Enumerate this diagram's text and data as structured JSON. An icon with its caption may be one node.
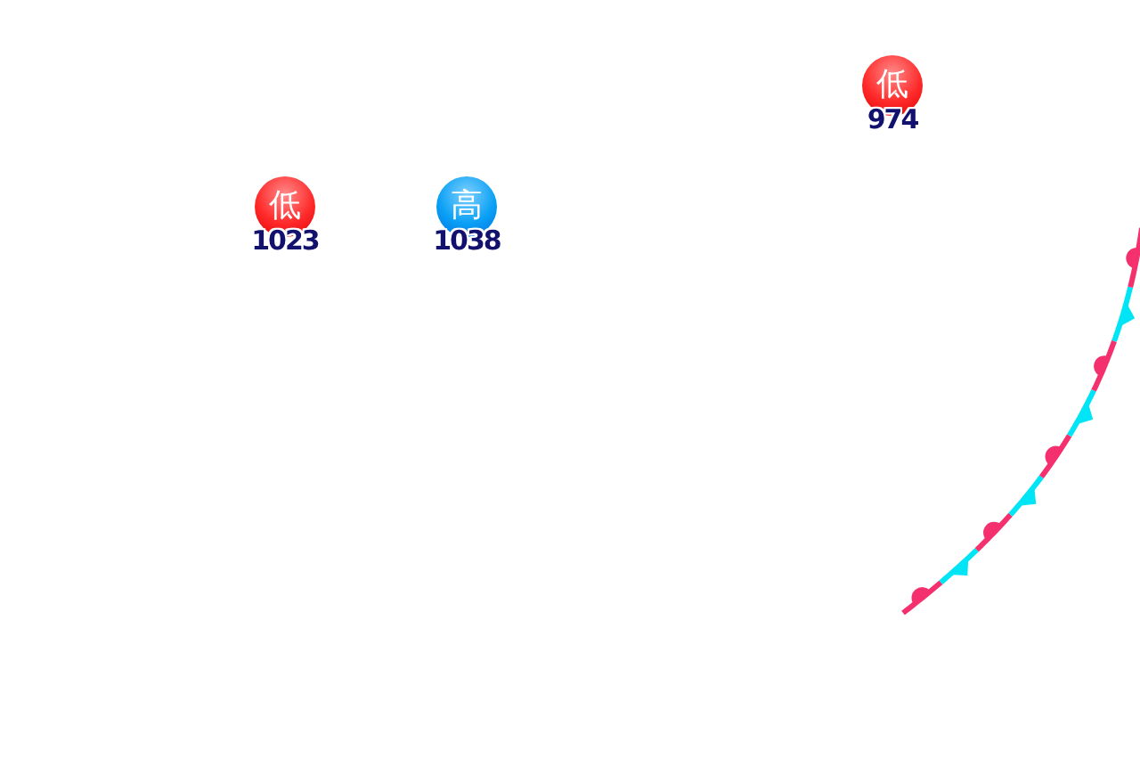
{
  "diagram": {
    "nodes": [
      {
        "text": [
          "低"
        ],
        "beside": [
          "974"
        ]
      },
      {
        "text": [
          "低"
        ],
        "beside": [
          "1023"
        ]
      },
      {
        "text": [
          "高"
        ],
        "beside": [
          "1038"
        ]
      }
    ]
  }
}
